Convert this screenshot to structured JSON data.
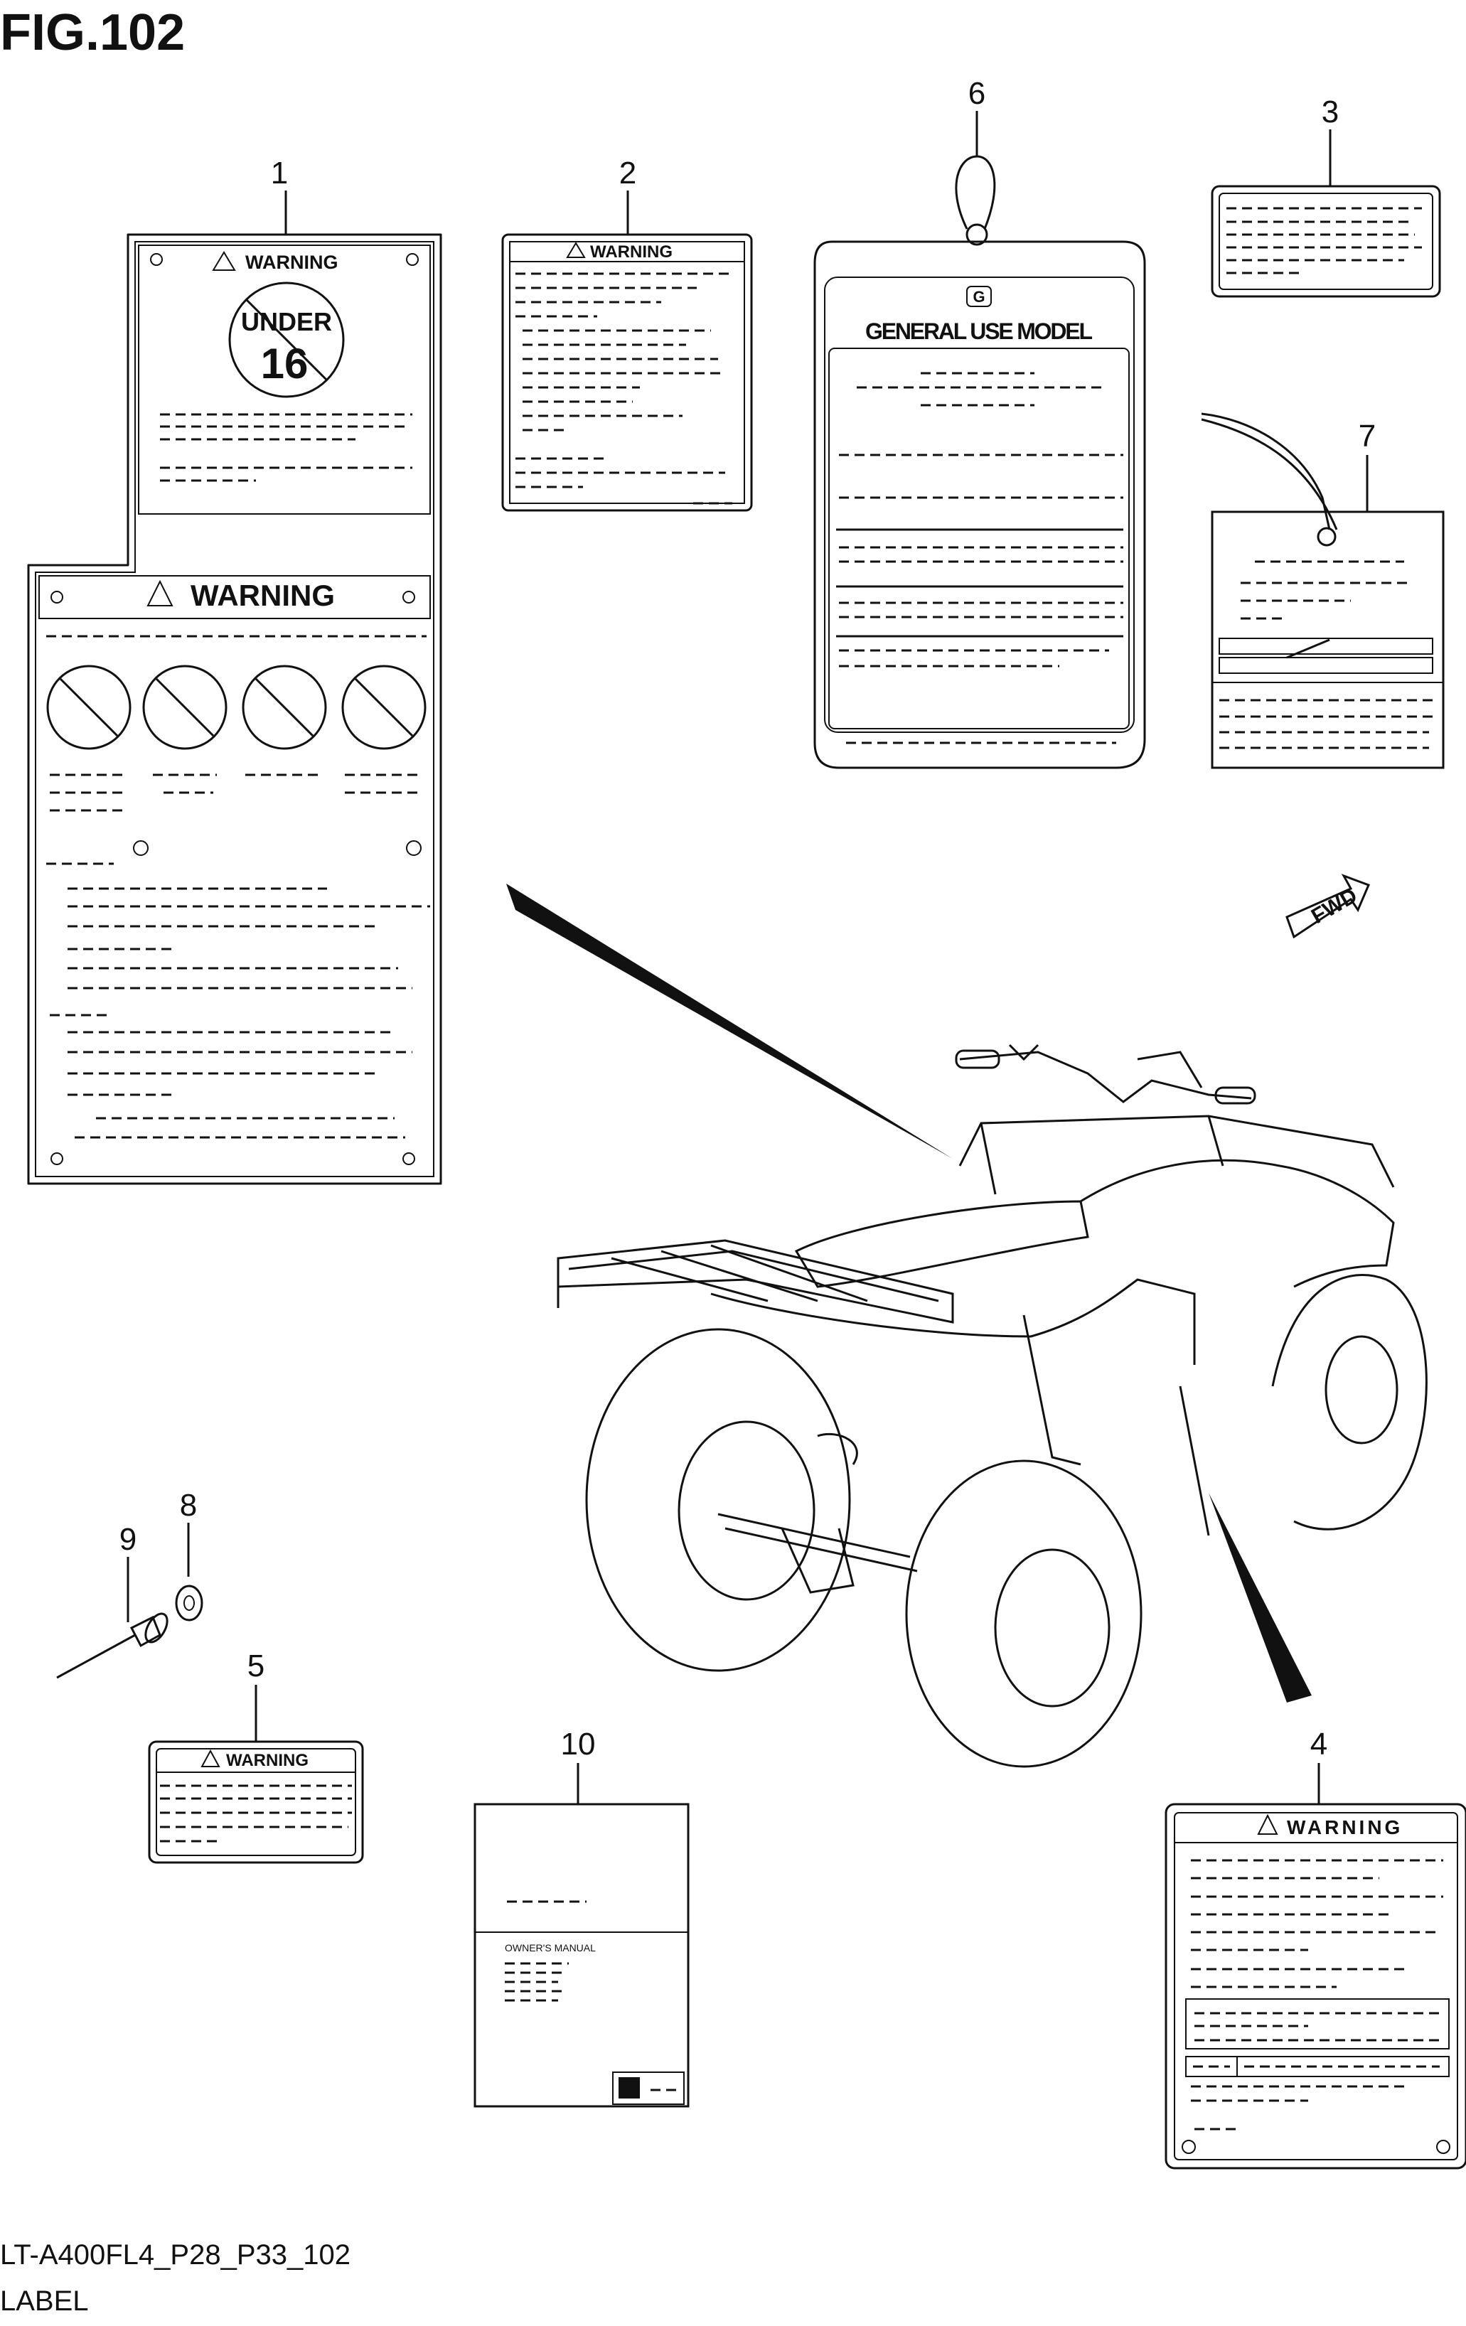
{
  "figure": {
    "title": "FIG.102",
    "model_code": "LT-A400FL4_P28_P33_102",
    "caption": "LABEL"
  },
  "callouts": [
    "1",
    "2",
    "3",
    "4",
    "5",
    "6",
    "7",
    "8",
    "9",
    "10"
  ],
  "labels": {
    "warning": "WARNING",
    "under_top": "UNDER",
    "under_num": "16",
    "general_use_model": "GENERAL USE MODEL",
    "tag_letter": "G",
    "owners_manual": "OWNER'S MANUAL",
    "fwd": "FWD"
  },
  "colors": {
    "ink": "#111111",
    "paper": "#ffffff"
  }
}
